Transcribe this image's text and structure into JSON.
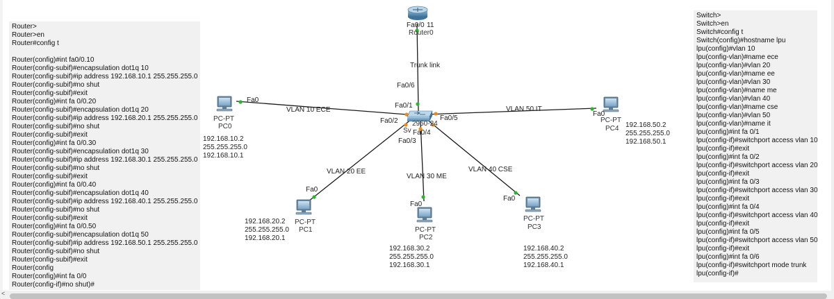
{
  "router_notes": [
    "Router>",
    "Router>en",
    "Router#config t",
    "",
    "Router(config)#int fa0/0.10",
    "Router(config-subif)#encapsulation dot1q 10",
    "Router(config-subif)#ip address 192.168.10.1 255.255.255.0",
    "Router(config-subif)#no shut",
    "Router(config-subif)#exit",
    "Router(config)#int fa 0/0.20",
    "Router(config-subif)#encapsulation dot1q 20",
    "Router(config-subif)#ip address 192.168.20.1 255.255.255.0",
    "Router(config-subif)#no shut",
    "Router(config-subif)#exit",
    "Router(config)#int fa 0/0.30",
    "Router(config-subif)#encapsulation dot1q 30",
    "Router(config-subif)#ip address 192.168.30.1 255.255.255.0",
    "Router(config-subif)#no shut",
    "Router(config-subif)#exit",
    "Router(config)#int fa 0/0.40",
    "Router(config-subif)#encapsulation dot1q 40",
    "Router(config-subif)#ip address 192.168.40.1 255.255.255.0",
    "Router(config-subif)#no shut",
    "Router(config-subif)#exit",
    "Router(config)#int fa 0/0.50",
    "Router(config-subif)#encapsulation dot1q 50",
    "Router(config-subif)#ip address 192.168.50.1 255.255.255.0",
    "Router(config-subif)#no shut",
    "Router(config-subif)#exit",
    "Router(config",
    "Router(config)#int fa 0/0",
    "Router(config-if)#no shut)#"
  ],
  "switch_notes": [
    "Switch>",
    "Switch>en",
    "Switch#config t",
    "Switch(config)#hostname lpu",
    "lpu(config)#vlan 10",
    "lpu(config-vlan)#name ece",
    "lpu(config-vlan)#vlan 20",
    "lpu(config-vlan)#name ee",
    "lpu(config-vlan)#vlan 30",
    "lpu(config-vlan)#name me",
    "lpu(config-vlan)#vlan 40",
    "lpu(config-vlan)#name cse",
    "lpu(config-vlan)#vlan 50",
    "lpu(config-vlan)#name it",
    "lpu(config)#int fa 0/1",
    "lpu(config-if)#switchport access vlan 10",
    "lpu(config-if)#exit",
    "lpu(config)#int fa 0/2",
    "lpu(config-if)#switchport access vlan 20",
    "lpu(config-if)#exit",
    "lpu(config)#int fa 0/3",
    "lpu(config-if)#switchport access vlan 30",
    "lpu(config-if)#exit",
    "lpu(config)#int fa 0/4",
    "lpu(config-if)#switchport access vlan 40",
    "lpu(config-if)#exit",
    "lpu(config)#int fa 0/5",
    "lpu(config-if)#switchport access vlan 50",
    "lpu(config-if)#exit",
    "lpu(config)#int fa 0/6",
    "lpu(config-if)#switchport mode trunk",
    "lpu(config-if)#"
  ],
  "topology": {
    "router": {
      "name": "Router0",
      "port_label": "Fa0/0",
      "port_suffix": "11",
      "icon": "router-icon"
    },
    "switch": {
      "name_prefix": "Sv",
      "model": "2950-24",
      "icon": "switch-icon"
    },
    "trunk": {
      "link_label": "Trunk link",
      "switch_port": "Fa0/6"
    },
    "pcs": {
      "pc0": {
        "model": "PC-PT",
        "name": "PC0",
        "port": "Fa0",
        "vlan_label": "VLAN 10 ECE",
        "switch_port": "Fa0/1",
        "ip": "192.168.10.2",
        "mask": "255.255.255.0",
        "gateway": "192.168.10.1"
      },
      "pc1": {
        "model": "PC-PT",
        "name": "PC1",
        "port": "Fa0",
        "vlan_label": "VLAN 20 EE",
        "switch_port": "Fa0/2",
        "ip": "192.168.20.2",
        "mask": "255.255.255.0",
        "gateway": "192.168.20.1"
      },
      "pc2": {
        "model": "PC-PT",
        "name": "PC2",
        "port": "Fa0",
        "vlan_label": "VLAN 30 ME",
        "switch_port": "Fa0/3",
        "ip": "192.168.30.2",
        "mask": "255.255.255.0",
        "gateway": "192.168.30.1"
      },
      "pc3": {
        "model": "PC-PT",
        "name": "PC3",
        "port": "Fa0",
        "vlan_label": "VLAN 40 CSE",
        "switch_port": "Fa0/4",
        "ip": "192.168.40.2",
        "mask": "255.255.255.0",
        "gateway": "192.168.40.1"
      },
      "pc4": {
        "model": "PC-PT",
        "name": "PC4",
        "port": "Fa0",
        "vlan_label": "VLAN 50 IT",
        "switch_port": "Fa0/5",
        "ip": "192.168.50.2",
        "mask": "255.255.255.0",
        "gateway": "192.168.50.1"
      }
    },
    "colors": {
      "link": "#1a1a1a",
      "port_up": "#2bb52b",
      "port_orange": "#f08a1c",
      "device_blue": "#4a7fa8",
      "note_bg": "#f1f1f1"
    }
  },
  "scrollbar": {
    "left_arrow": "<"
  }
}
